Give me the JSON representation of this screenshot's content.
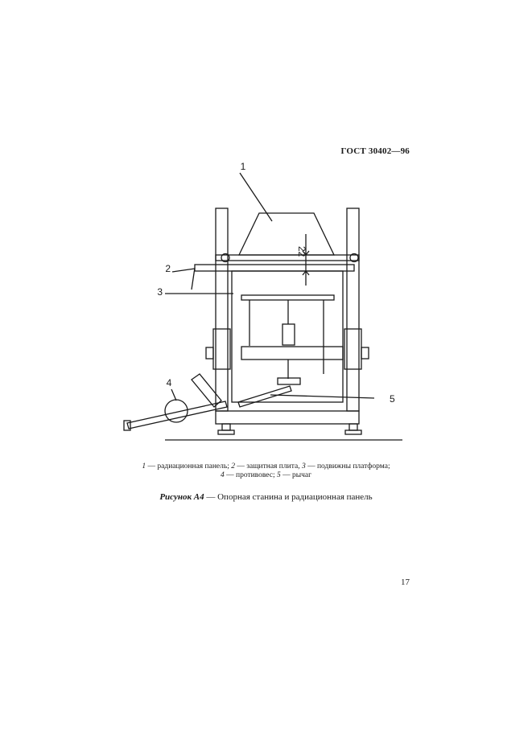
{
  "header": {
    "standard": "ГОСТ 30402—96"
  },
  "figure": {
    "callouts": {
      "c1": "1",
      "c2": "2",
      "c3": "3",
      "c4": "4",
      "c5": "5",
      "dim": "22"
    }
  },
  "legend": {
    "line1": [
      {
        "num": "1",
        "sep": " — ",
        "text": "радиационная панель; "
      },
      {
        "num": "2",
        "sep": " — ",
        "text": "защитная плита, "
      },
      {
        "num": "3",
        "sep": " — ",
        "text": "подвижны платформа;"
      }
    ],
    "line2": [
      {
        "num": "4",
        "sep": " — ",
        "text": "противовес; "
      },
      {
        "num": "5",
        "sep": " — ",
        "text": "рычаг"
      }
    ]
  },
  "caption": {
    "label": "Рисунок А4",
    "dash": " — ",
    "text": "Опорная станина и радиационная панель"
  },
  "page": {
    "number": "17"
  }
}
